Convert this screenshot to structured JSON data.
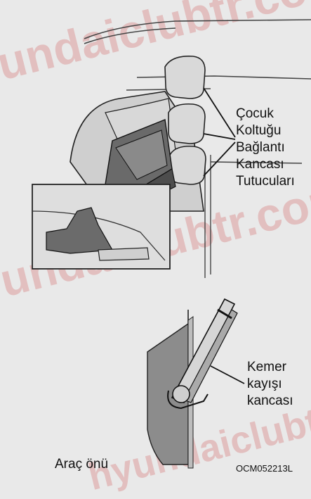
{
  "callouts": {
    "anchor_holder_lines": [
      "Çocuk",
      "Koltuğu",
      "Bağlantı",
      "Kancası",
      "Tutucuları"
    ],
    "belt_hook_lines": [
      "Kemer",
      "kayışı",
      "kancası"
    ]
  },
  "caption_vehicle_front": "Araç önü",
  "figure_code": "OCM052213L",
  "watermarks": [
    "undaiclubtr.com",
    "undaiclubtr.com",
    "hyundaiclubtr.com"
  ],
  "colors": {
    "background": "#e9e9e9",
    "seat_light": "#d6d6d6",
    "seat_dark": "#5a5a5a",
    "line": "#222222",
    "watermark": "#c82828"
  }
}
